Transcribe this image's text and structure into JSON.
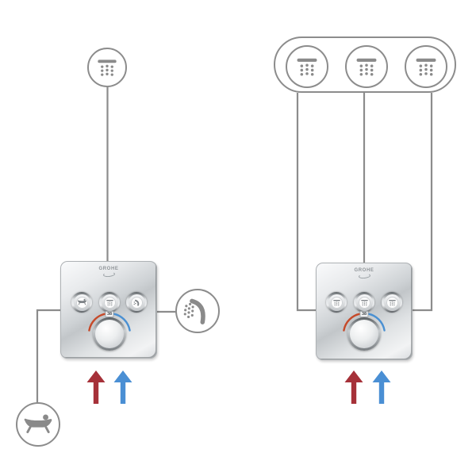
{
  "palette": {
    "background": "#ffffff",
    "line": "#8c8c8c",
    "icon": "#8a8a8a",
    "hot_arrow": "#a63139",
    "cold_arrow": "#4a8fd4",
    "dial_arc_hot": "#c64a2a",
    "dial_arc_cold": "#4a90d2"
  },
  "left_system": {
    "top_outlet_icon": "overhead-shower",
    "side_outlet_icon": "hand-shower",
    "bottom_outlet_icon": "bathtub",
    "valve": {
      "brand": "GROHE",
      "temperature_stop": "38",
      "buttons": [
        {
          "icon": "bathtub"
        },
        {
          "icon": "overhead-shower"
        },
        {
          "icon": "hand-shower"
        }
      ]
    },
    "supply_arrows": [
      {
        "name": "hot",
        "direction": "up",
        "color": "#a63139"
      },
      {
        "name": "cold",
        "direction": "up",
        "color": "#4a8fd4"
      }
    ]
  },
  "right_system": {
    "top_outlet_icons": [
      "overhead-shower",
      "overhead-shower",
      "overhead-shower"
    ],
    "valve": {
      "brand": "GROHE",
      "temperature_stop": "38",
      "buttons": [
        {
          "icon": "overhead-shower"
        },
        {
          "icon": "overhead-shower"
        },
        {
          "icon": "overhead-shower"
        }
      ]
    },
    "supply_arrows": [
      {
        "name": "hot",
        "direction": "up",
        "color": "#a63139"
      },
      {
        "name": "cold",
        "direction": "up",
        "color": "#4a8fd4"
      }
    ]
  }
}
